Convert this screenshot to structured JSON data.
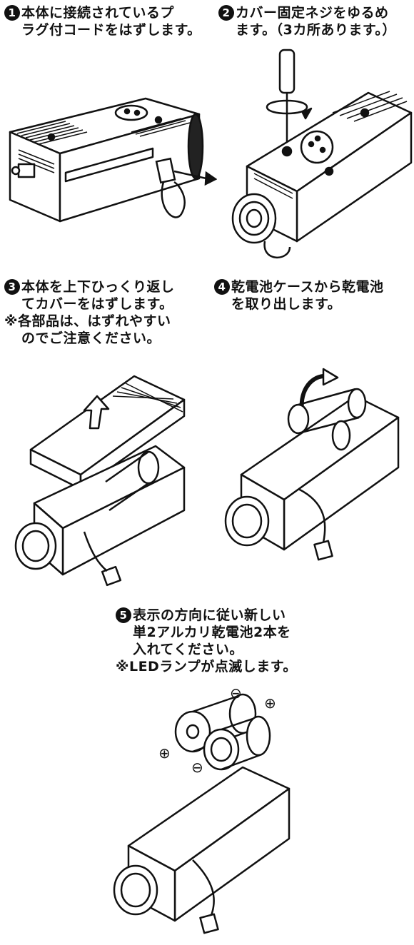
{
  "steps": [
    {
      "number": "1",
      "lines": [
        "本体に接続されているプ",
        "ラグ付コードをはずします。"
      ]
    },
    {
      "number": "2",
      "lines": [
        "カバー固定ネジをゆるめ",
        "ます。（3カ所あります。）"
      ]
    },
    {
      "number": "3",
      "lines": [
        "本体を上下ひっくり返し",
        "てカバーをはずします。"
      ],
      "note_lines": [
        "※各部品は、はずれやすい",
        "のでご注意ください。"
      ]
    },
    {
      "number": "4",
      "lines": [
        "乾電池ケースから乾電池",
        "を取り出します。"
      ]
    },
    {
      "number": "5",
      "lines": [
        "表示の方向に従い新しい",
        "単2アルカリ乾電池2本を",
        "入れてください。"
      ],
      "note_lines": [
        "※LEDランプが点滅します。"
      ]
    }
  ],
  "polarity": {
    "plus": "⊕",
    "minus": "⊖"
  }
}
